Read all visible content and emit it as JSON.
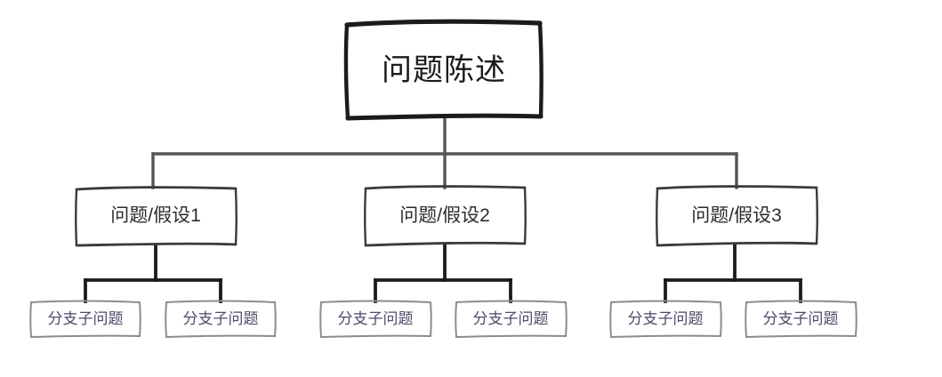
{
  "diagram": {
    "type": "issue-tree",
    "title": "问题陈述",
    "background_color": "#ffffff",
    "root": {
      "id": "root",
      "label": "问题陈述",
      "border_color": "#1b1b1b",
      "text_color": "#1b1b1b"
    },
    "level1": [
      {
        "id": "l1-1",
        "label": "问题/假设1",
        "border_color": "#3a3a3a",
        "text_color": "#2b2b2b"
      },
      {
        "id": "l1-2",
        "label": "问题/假设2",
        "border_color": "#3a3a3a",
        "text_color": "#2b2b2b"
      },
      {
        "id": "l1-3",
        "label": "问题/假设3",
        "border_color": "#3a3a3a",
        "text_color": "#2b2b2b"
      }
    ],
    "leaves": [
      {
        "id": "leaf-1",
        "label": "分支子问题",
        "parent": "l1-1",
        "border_color": "#8c8c8c",
        "text_color": "#4b4b6b"
      },
      {
        "id": "leaf-2",
        "label": "分支子问题",
        "parent": "l1-1",
        "border_color": "#8c8c8c",
        "text_color": "#4b4b6b"
      },
      {
        "id": "leaf-3",
        "label": "分支子问题",
        "parent": "l1-2",
        "border_color": "#8c8c8c",
        "text_color": "#4b4b6b"
      },
      {
        "id": "leaf-4",
        "label": "分支子问题",
        "parent": "l1-2",
        "border_color": "#8c8c8c",
        "text_color": "#4b4b6b"
      },
      {
        "id": "leaf-5",
        "label": "分支子问题",
        "parent": "l1-3",
        "border_color": "#8c8c8c",
        "text_color": "#4b4b6b"
      },
      {
        "id": "leaf-6",
        "label": "分支子问题",
        "parent": "l1-3",
        "border_color": "#8c8c8c",
        "text_color": "#4b4b6b"
      }
    ],
    "connectors": {
      "upper_color": "#555555",
      "lower_color": "#1b1b1b"
    }
  }
}
